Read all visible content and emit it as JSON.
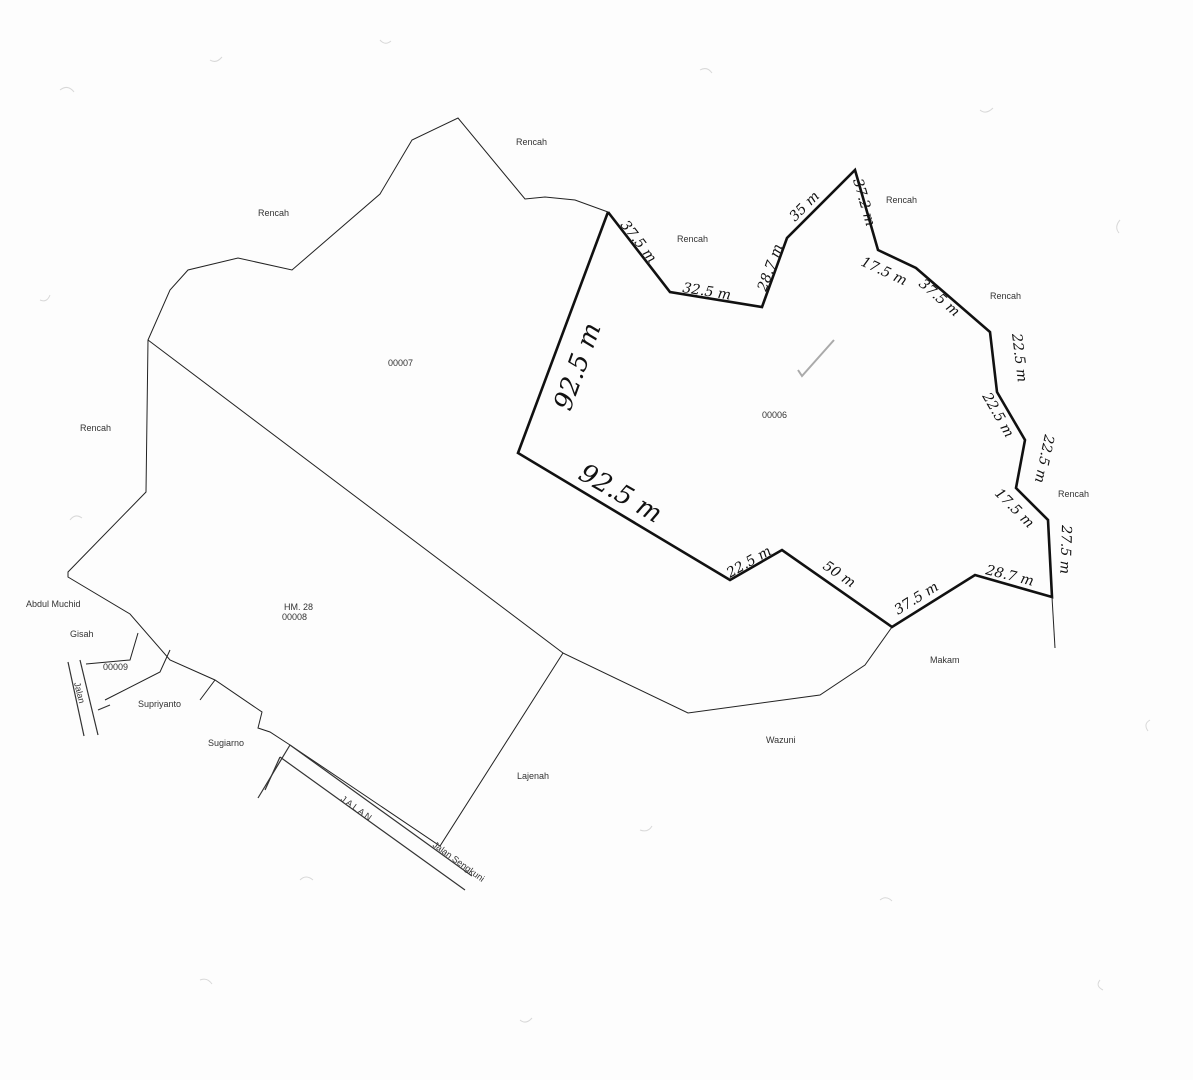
{
  "parcels": {
    "p00007": "00007",
    "p00006": "00006",
    "hm": "HM. 28",
    "p00008": "00008",
    "p00009": "00009"
  },
  "neighbors": {
    "rencah_top": "Rencah",
    "rencah_left_top": "Rencah",
    "rencah_inner": "Rencah",
    "rencah_right_top": "Rencah",
    "rencah_right_mid": "Rencah",
    "rencah_right_low": "Rencah",
    "rencah_left": "Rencah",
    "abdul_muchid": "Abdul Muchid",
    "gisah": "Gisah",
    "supriyanto": "Supriyanto",
    "sugiarno": "Sugiarno",
    "lajenah": "Lajenah",
    "wazuni": "Wazuni",
    "makam": "Makam"
  },
  "roads": {
    "jalan_main": "J A L A N",
    "jalan_side": "Jalan",
    "jalan_corner": "Jalan Sengkuni"
  },
  "dimensions": {
    "d_left": "92.5 m",
    "d_bottom": "92.5 m",
    "d1": "37.5 m",
    "d2": "32.5 m",
    "d3": "28.7 m",
    "d4": "35 m",
    "d5": "37.2 m",
    "d6": "17.5 m",
    "d7": "37.5 m",
    "d8": "22.5 m",
    "d9": "22.5 m",
    "d10": "22.5 m",
    "d11": "17.5 m",
    "d12": "27.5 m",
    "d13": "28.7 m",
    "d14": "37.5 m",
    "d15": "50 m",
    "d16": "22.5 m"
  }
}
